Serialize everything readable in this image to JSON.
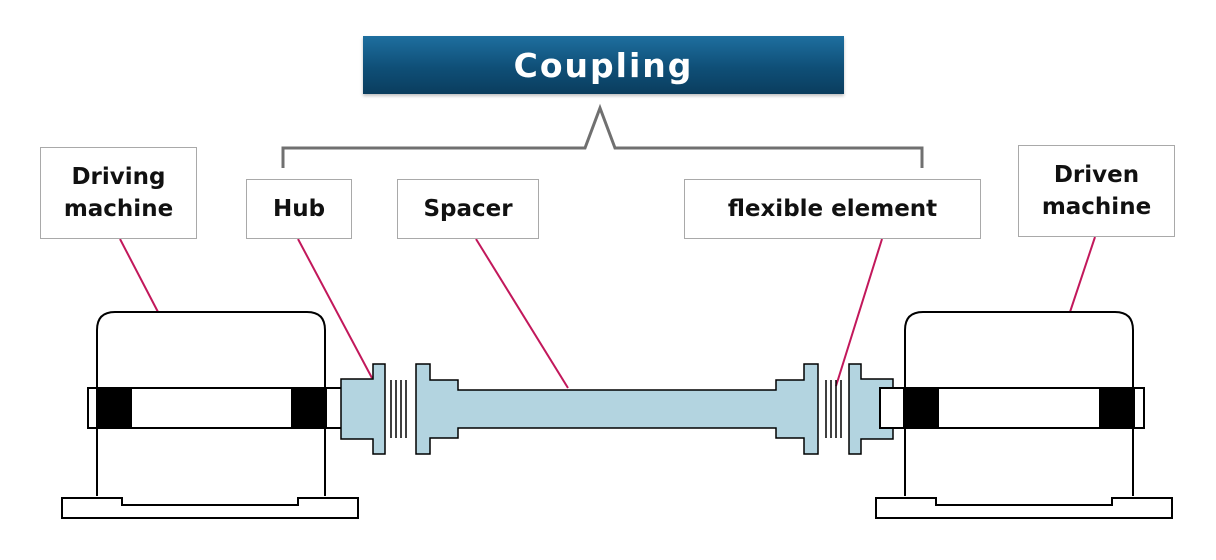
{
  "title": "Coupling",
  "labels": {
    "driving_machine": "Driving\nmachine",
    "hub": "Hub",
    "spacer": "Spacer",
    "flexible_element": "flexible element",
    "driven_machine": "Driven\nmachine"
  },
  "colors": {
    "banner": "#0f4f77",
    "leader_lines": "#c2185b",
    "coupling_fill": "#b3d4e0",
    "outline": "#000000",
    "bracket": "#707070",
    "shaft_band": "#000000"
  }
}
